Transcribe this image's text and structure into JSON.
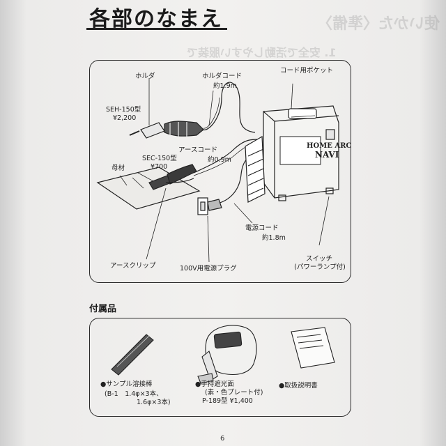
{
  "title": "各部のなまえ",
  "parts": {
    "holder": "ホルダ",
    "holder_model": "SEH-150型",
    "holder_price": "¥2,200",
    "holder_cord": "ホルダコード",
    "holder_cord_len": "約1.9m",
    "cord_pocket": "コード用ポケット",
    "base_metal": "母材",
    "earth_cord": "アースコード",
    "earth_cord_len": "約0.9m",
    "clip_model": "SEC-150型",
    "clip_price": "¥700",
    "power_cord": "電源コード",
    "power_cord_len": "約1.8m",
    "earth_clip": "アースクリップ",
    "plug": "100V用電源プラグ",
    "switch": "スイッチ",
    "switch_note": "(パワーランプ付)",
    "brand_line1": "HOME ARC",
    "brand_line2": "NAVI"
  },
  "accessories": {
    "heading": "付属品",
    "rod": "●サンプル溶接棒",
    "rod_detail1": "(B-1　1.4φ×3本、",
    "rod_detail2": "1.6φ×3本)",
    "mask": "●手持遮光面",
    "mask_detail": "(素・色プレート付)",
    "mask_model": "P-189型 ¥1,400",
    "manual": "●取扱説明書"
  },
  "page_number": "6",
  "bleed_through": {
    "line1": "使いかた〈準備〉",
    "line2": "1. 安全で活動しやすい服装で"
  }
}
